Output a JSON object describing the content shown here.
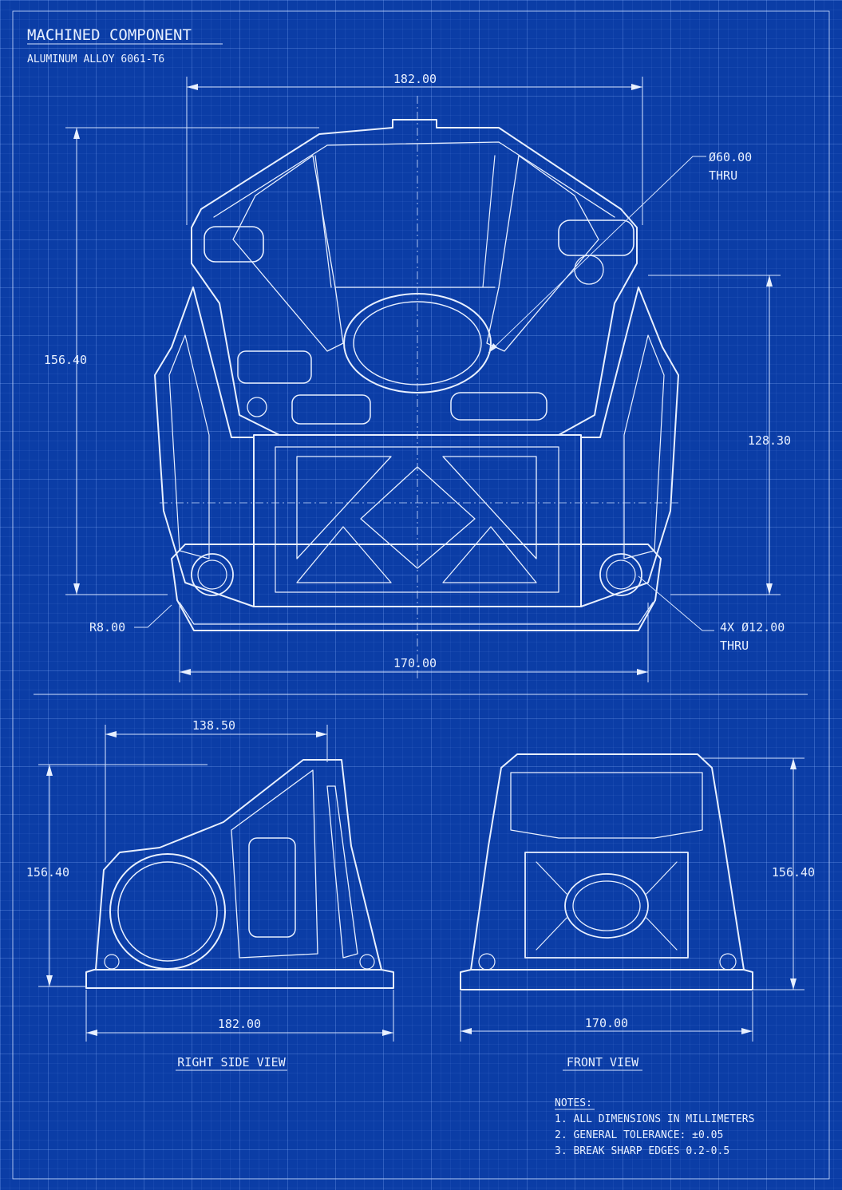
{
  "title": "MACHINED COMPONENT",
  "subtitle": "ALUMINUM ALLOY 6061-T6",
  "main_view": {
    "dim_width_top": "182.00",
    "dim_height_left": "156.40",
    "dim_height_right": "128.30",
    "dim_width_bottom": "170.00",
    "bore_callout_1": "Ø60.00",
    "bore_callout_2": "THRU",
    "fillet_callout": "R8.00",
    "holes_callout_1": "4X Ø12.00",
    "holes_callout_2": "THRU"
  },
  "side_view": {
    "label": "RIGHT SIDE VIEW",
    "dim_top": "138.50",
    "dim_height": "156.40",
    "dim_bottom": "182.00"
  },
  "front_view": {
    "label": "FRONT VIEW",
    "dim_height": "156.40",
    "dim_bottom": "170.00"
  },
  "notes": {
    "heading": "NOTES:",
    "items": [
      "1. ALL DIMENSIONS IN MILLIMETERS",
      "2. GENERAL TOLERANCE: ±0.05",
      "3. BREAK SHARP EDGES 0.2-0.5"
    ]
  }
}
